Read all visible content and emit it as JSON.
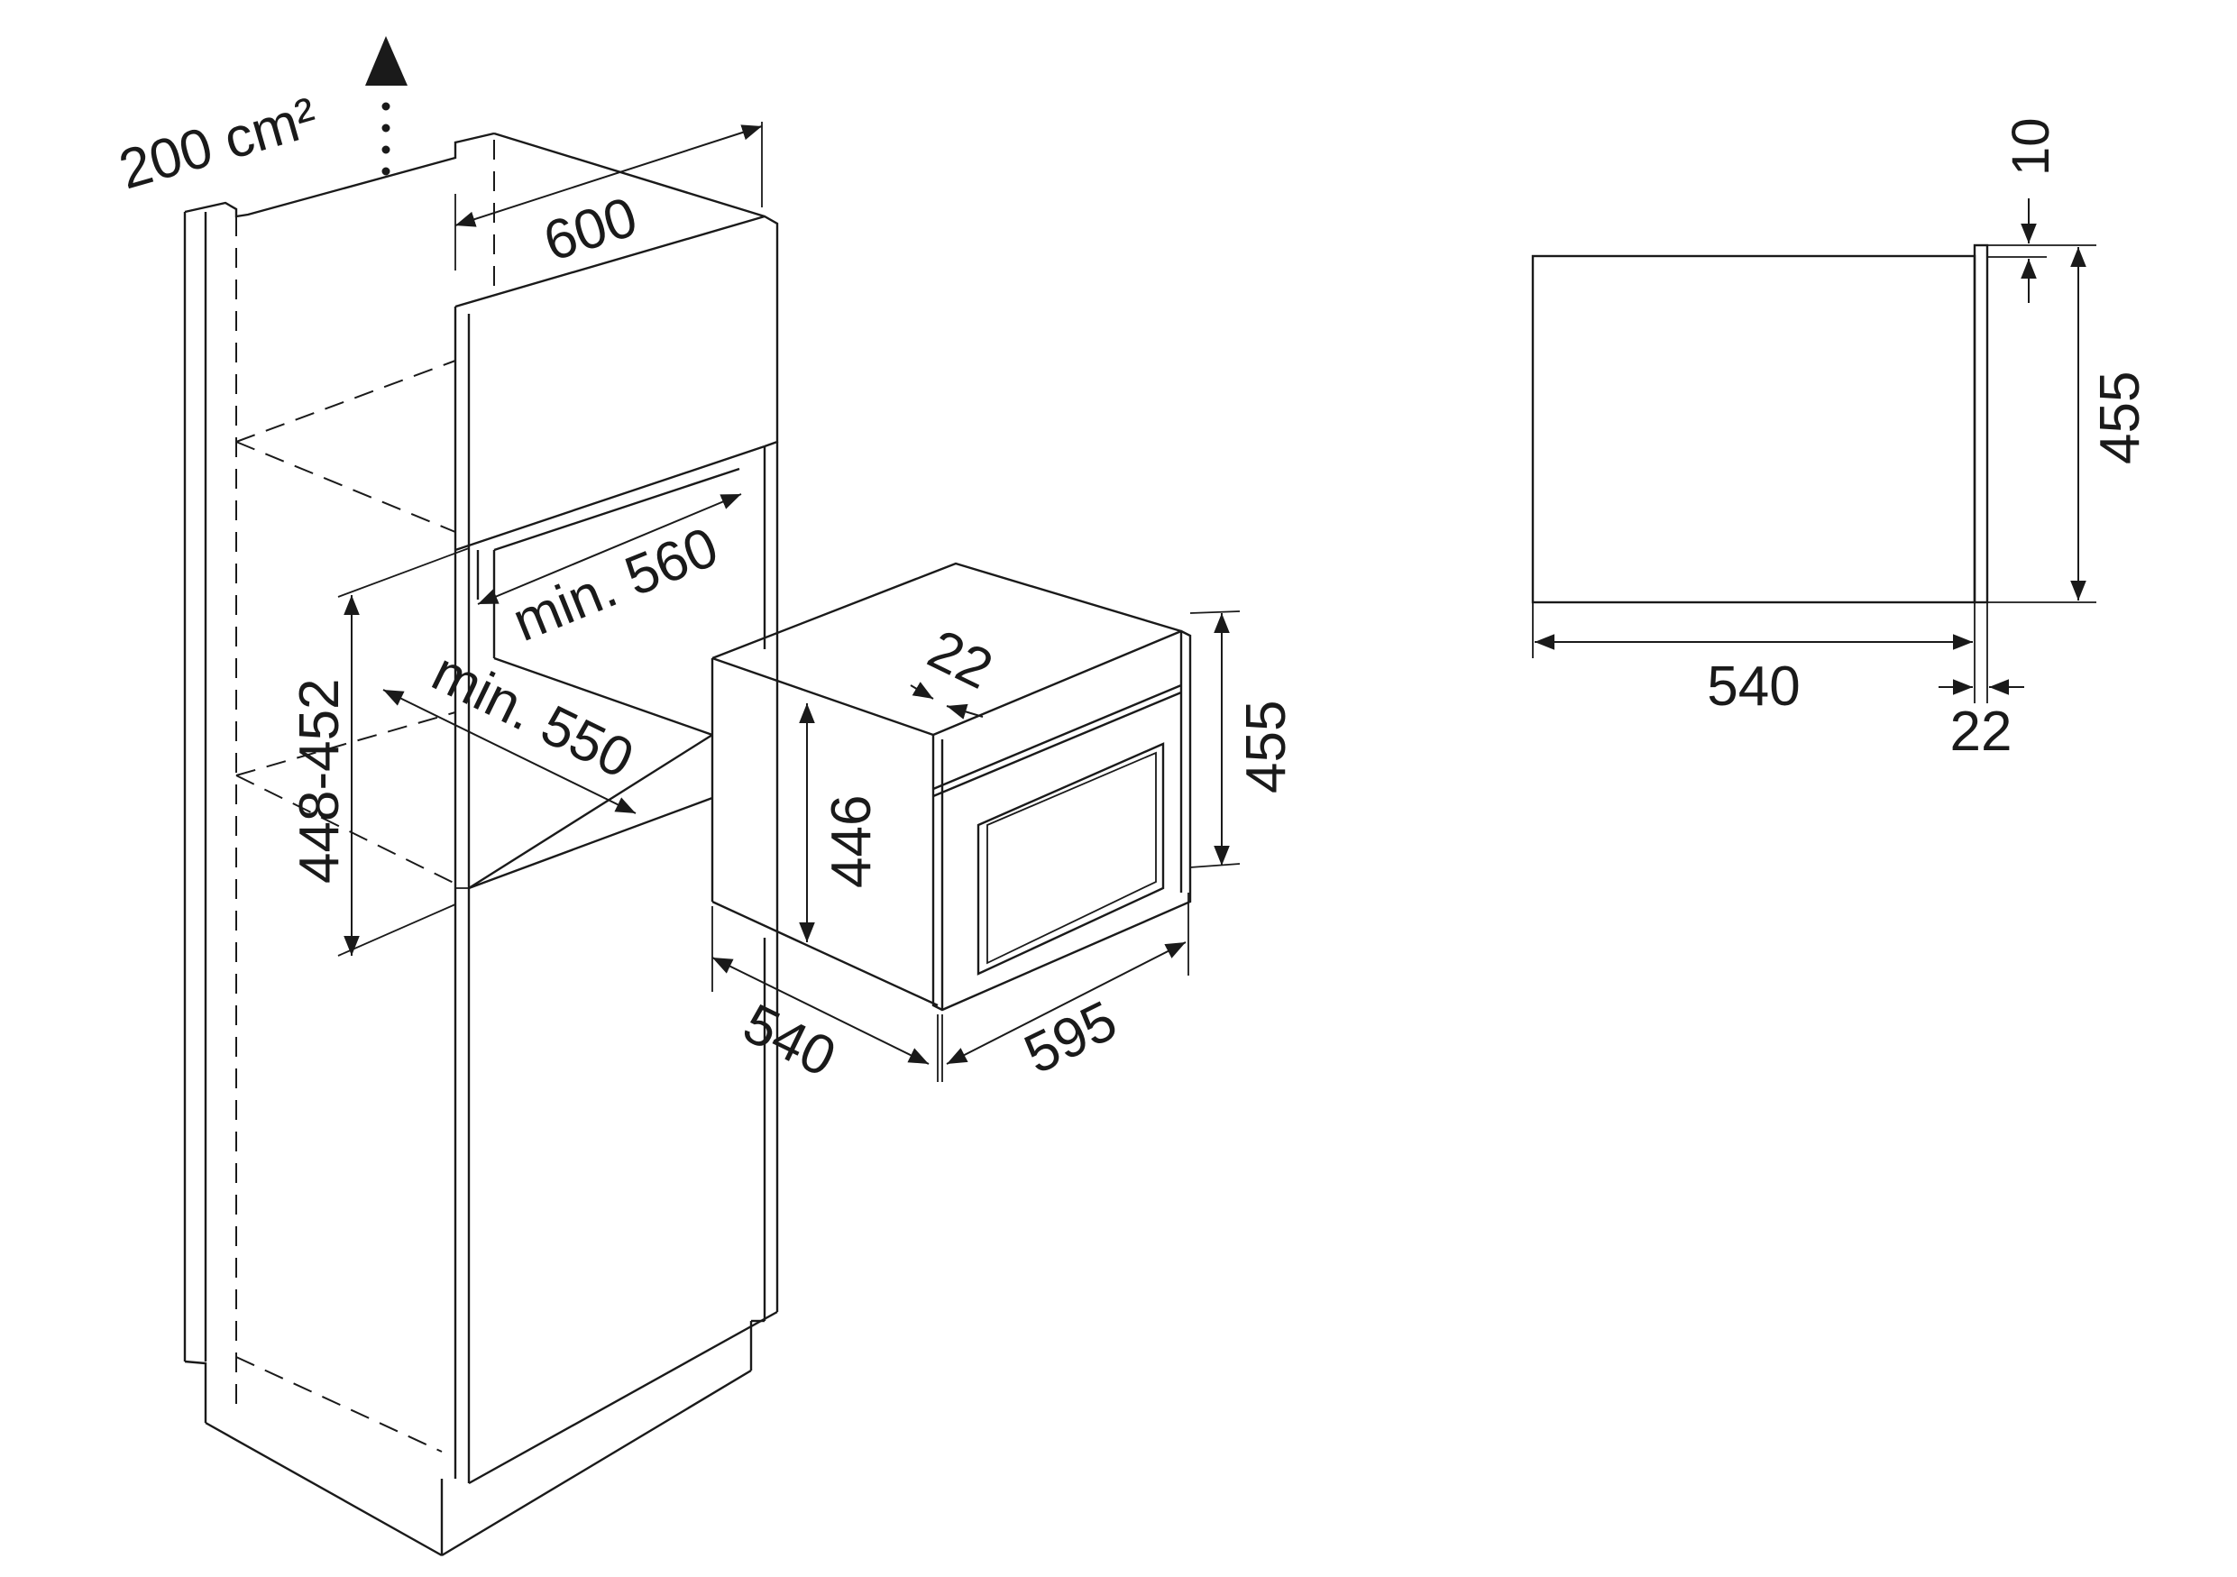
{
  "iso_view": {
    "vent_area": "200 cm²",
    "cabinet_width": "600",
    "niche_width": "min. 560",
    "niche_depth": "min. 550",
    "niche_height": "448-452",
    "appliance_inner_height": "446",
    "appliance_height": "455",
    "front_thickness": "22",
    "appliance_depth": "540",
    "appliance_width": "595"
  },
  "side_view": {
    "frame_offset": "10",
    "height": "455",
    "depth": "540",
    "front_thickness": "22"
  }
}
